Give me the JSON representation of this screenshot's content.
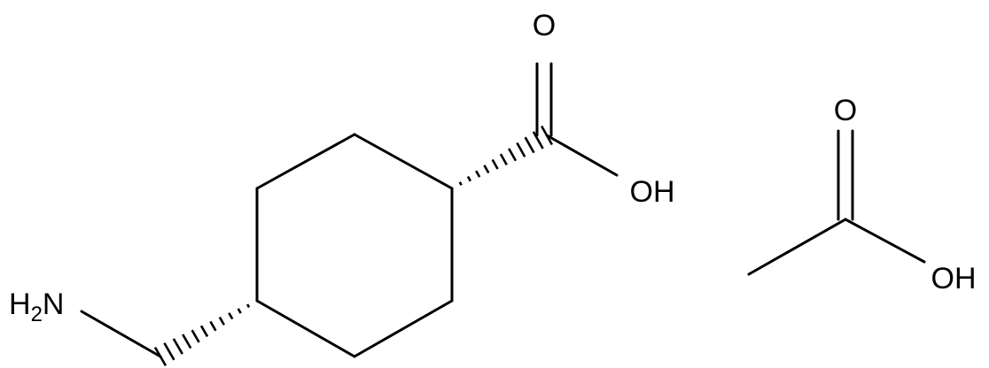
{
  "molecules": [
    {
      "atoms": {
        "carbonyl_o": "O",
        "hydroxyl": "OH",
        "amine_main": "H",
        "amine_sub": "2",
        "amine_n": "N"
      }
    },
    {
      "atoms": {
        "carbonyl_o": "O",
        "hydroxyl": "OH"
      }
    }
  ],
  "colors": {
    "ink": "#000000",
    "background": "#ffffff"
  }
}
